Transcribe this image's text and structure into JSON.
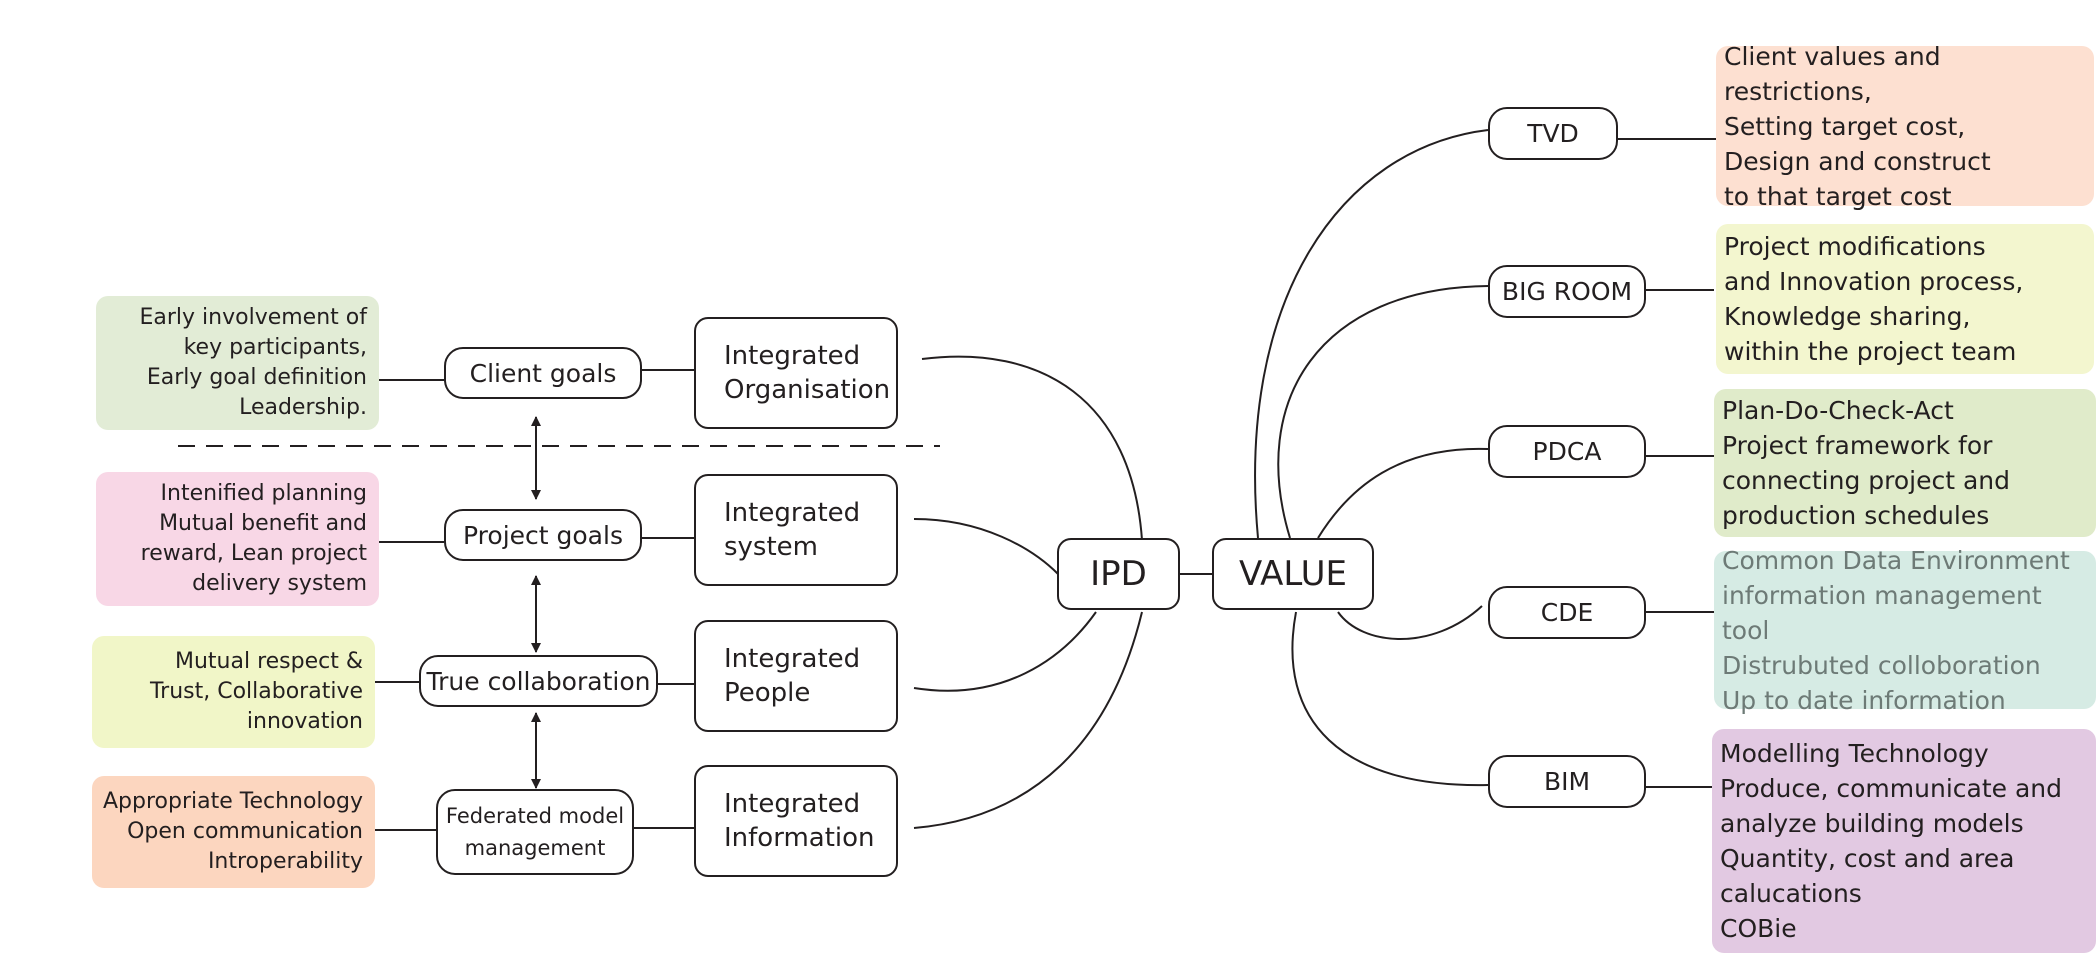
{
  "colors": {
    "line": "#231f20",
    "green": "#e2ecd6",
    "pink": "#f8d7e6",
    "yellow": "#f1f6c8",
    "orange": "#fcd6bf",
    "peach": "#fde0d1",
    "lime": "#f3f6cf",
    "leaf": "#e0ebca",
    "teal": "#d6ebe4",
    "tealText": "#6d7a76",
    "purple": "#e2c9e2"
  },
  "center": {
    "ipd": "IPD",
    "value": "VALUE"
  },
  "left": {
    "notes": [
      "Early involvement of\nkey participants,\nEarly goal definition\nLeadership.",
      "Intenified planning\nMutual benefit and\nreward, Lean project\ndelivery system",
      "Mutual respect &\nTrust, Collaborative\ninnovation",
      "Appropriate Technology\nOpen communication\nIntroperability"
    ],
    "goals": [
      "Client goals",
      "Project goals",
      "True collaboration",
      "Federated model\nmanagement"
    ],
    "integrated": [
      "Integrated\nOrganisation",
      "Integrated\nsystem",
      "Integrated\nPeople",
      "Integrated\nInformation"
    ]
  },
  "right": {
    "nodes": [
      "TVD",
      "BIG ROOM",
      "PDCA",
      "CDE",
      "BIM"
    ],
    "notes": [
      "Client values and restrictions,\nSetting target cost,\nDesign and construct\nto that target cost",
      "Project modifications\nand Innovation process,\nKnowledge sharing,\nwithin the project team",
      "Plan-Do-Check-Act\nProject framework for\nconnecting project and\nproduction schedules",
      "Common Data Environment\ninformation management tool\nDistrubuted colloboration\nUp to date information",
      "Modelling Technology\nProduce, communicate and\nanalyze building models\nQuantity, cost and area\ncalucations\nCOBie"
    ]
  }
}
